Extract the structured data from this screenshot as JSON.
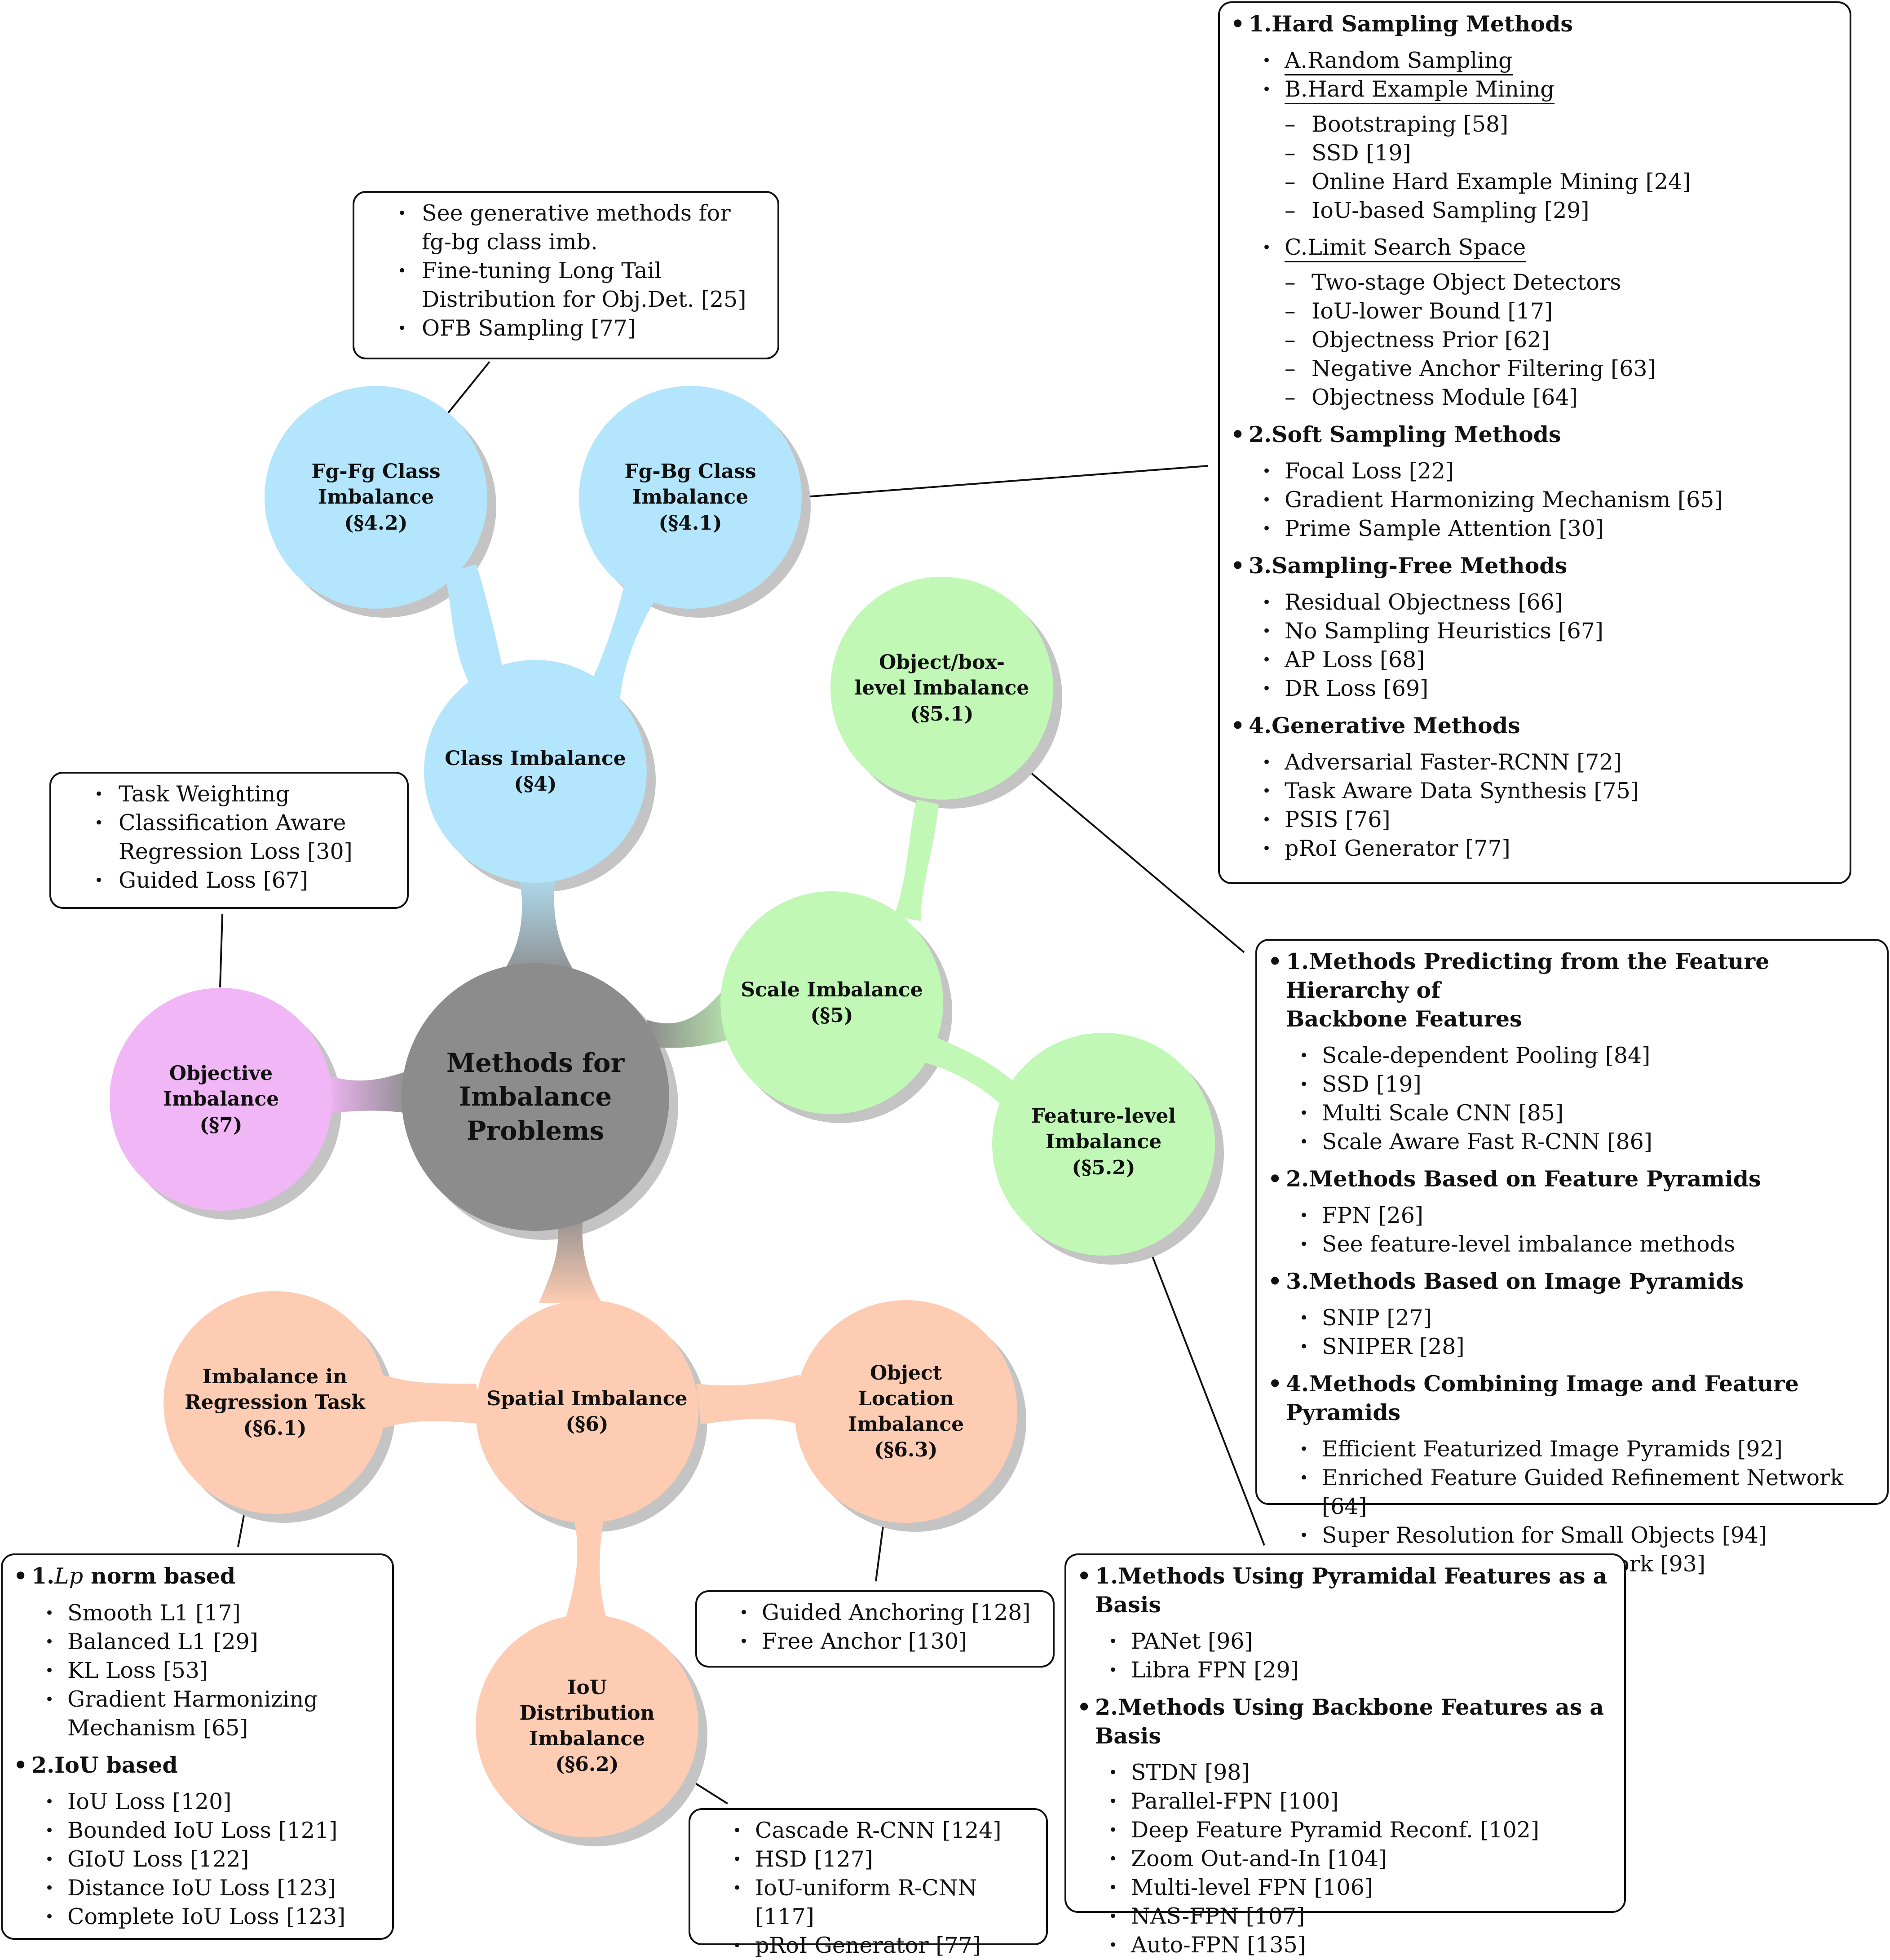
{
  "root": {
    "lines": [
      "Methods for",
      "Imbalance Problems"
    ],
    "color": "#8c8c8c"
  },
  "colors": {
    "class": "#b3e5fc",
    "scale": "#c1f8b6",
    "spatial": "#fdccb3",
    "objective": "#f0b6f5",
    "shadow": "#c4c4c4"
  },
  "nodes": {
    "class": [
      "Class Imbalance",
      "(§4)"
    ],
    "fgbg": [
      "Fg-Bg Class",
      "Imbalance",
      "(§4.1)"
    ],
    "fgfg": [
      "Fg-Fg Class",
      "Imbalance",
      "(§4.2)"
    ],
    "scale": [
      "Scale Imbalance",
      "(§5)"
    ],
    "object_box": [
      "Object/box-",
      "level Imbalance",
      "(§5.1)"
    ],
    "feature": [
      "Feature-level",
      "Imbalance",
      "(§5.2)"
    ],
    "spatial": [
      "Spatial Imbalance",
      "(§6)"
    ],
    "regression": [
      "Imbalance in",
      "Regression Task",
      "(§6.1)"
    ],
    "iou_dist": [
      "IoU",
      "Distribution",
      "Imbalance",
      "(§6.2)"
    ],
    "location": [
      "Object",
      "Location",
      "Imbalance",
      "(§6.3)"
    ],
    "objective": [
      "Objective Imbalance",
      "(§7)"
    ]
  },
  "boxes": {
    "fgfg": [
      "See generative methods for",
      "fg-bg class imb.",
      "Fine-tuning Long Tail",
      "Distribution for Obj.Det. [25]",
      "OFB Sampling [77]"
    ],
    "objective": [
      "Task Weighting",
      "Classification Aware",
      "Regression Loss [30]",
      "Guided Loss [67]"
    ],
    "fgbg": {
      "s1": "1.Hard Sampling Methods",
      "a": "A.Random Sampling",
      "b": "B.Hard Example Mining",
      "b_items": [
        "Bootstraping [58]",
        "SSD [19]",
        "Online Hard Example Mining [24]",
        "IoU-based Sampling [29]"
      ],
      "c": "C.Limit Search Space",
      "c_items": [
        "Two-stage Object Detectors",
        "IoU-lower Bound [17]",
        "Objectness Prior [62]",
        "Negative Anchor Filtering [63]",
        "Objectness Module [64]"
      ],
      "s2": "2.Soft Sampling Methods",
      "s2_items": [
        "Focal Loss [22]",
        "Gradient Harmonizing Mechanism [65]",
        "Prime Sample Attention [30]"
      ],
      "s3": "3.Sampling-Free Methods",
      "s3_items": [
        "Residual Objectness [66]",
        "No Sampling Heuristics [67]",
        "AP Loss [68]",
        "DR Loss [69]"
      ],
      "s4": "4.Generative Methods",
      "s4_items": [
        "Adversarial Faster-RCNN [72]",
        "Task Aware Data Synthesis [75]",
        "PSIS [76]",
        "pRoI Generator [77]"
      ]
    },
    "objbox": {
      "s1a": "1.Methods Predicting from the Feature Hierarchy of",
      "s1b": "Backbone Features",
      "s1_items": [
        "Scale-dependent Pooling [84]",
        "SSD [19]",
        "Multi Scale CNN [85]",
        "Scale Aware Fast R-CNN [86]"
      ],
      "s2": "2.Methods Based on Feature Pyramids",
      "s2_items": [
        "FPN [26]",
        "See feature-level imbalance methods"
      ],
      "s3": "3.Methods Based on Image Pyramids",
      "s3_items": [
        "SNIP [27]",
        "SNIPER [28]"
      ],
      "s4": "4.Methods Combining Image and Feature Pyramids",
      "s4_items": [
        "Efficient Featurized Image Pyramids [92]",
        "Enriched Feature Guided Refinement Network [64]",
        "Super Resolution for Small Objects [94]",
        "Scale Aware Trident Network [93]"
      ]
    },
    "feature": {
      "s1": "1.Methods Using Pyramidal Features as a Basis",
      "s1_items": [
        "PANet [96]",
        "Libra FPN [29]"
      ],
      "s2": "2.Methods Using Backbone Features as a Basis",
      "s2_items": [
        "STDN [98]",
        "Parallel-FPN [100]",
        "Deep Feature Pyramid Reconf. [102]",
        "Zoom Out-and-In [104]",
        "Multi-level FPN [106]",
        "NAS-FPN [107]",
        "Auto-FPN [135]"
      ]
    },
    "regression": {
      "s1_pre": "1.",
      "s1_math": "Lp",
      "s1_post": " norm based",
      "s1_items": [
        "Smooth L1 [17]",
        "Balanced L1 [29]",
        "KL Loss [53]"
      ],
      "s1_item4a": "Gradient Harmonizing",
      "s1_item4b": "Mechanism [65]",
      "s2": "2.IoU based",
      "s2_items": [
        "IoU Loss [120]",
        "Bounded IoU Loss [121]",
        "GIoU Loss [122]",
        "Distance IoU Loss [123]",
        "Complete IoU Loss [123]"
      ]
    },
    "location": [
      "Guided Anchoring [128]",
      "Free Anchor [130]"
    ],
    "iou": [
      "Cascade R-CNN [124]",
      "HSD [127]",
      "IoU-uniform R-CNN [117]",
      "pRoI Generator [77]"
    ]
  }
}
